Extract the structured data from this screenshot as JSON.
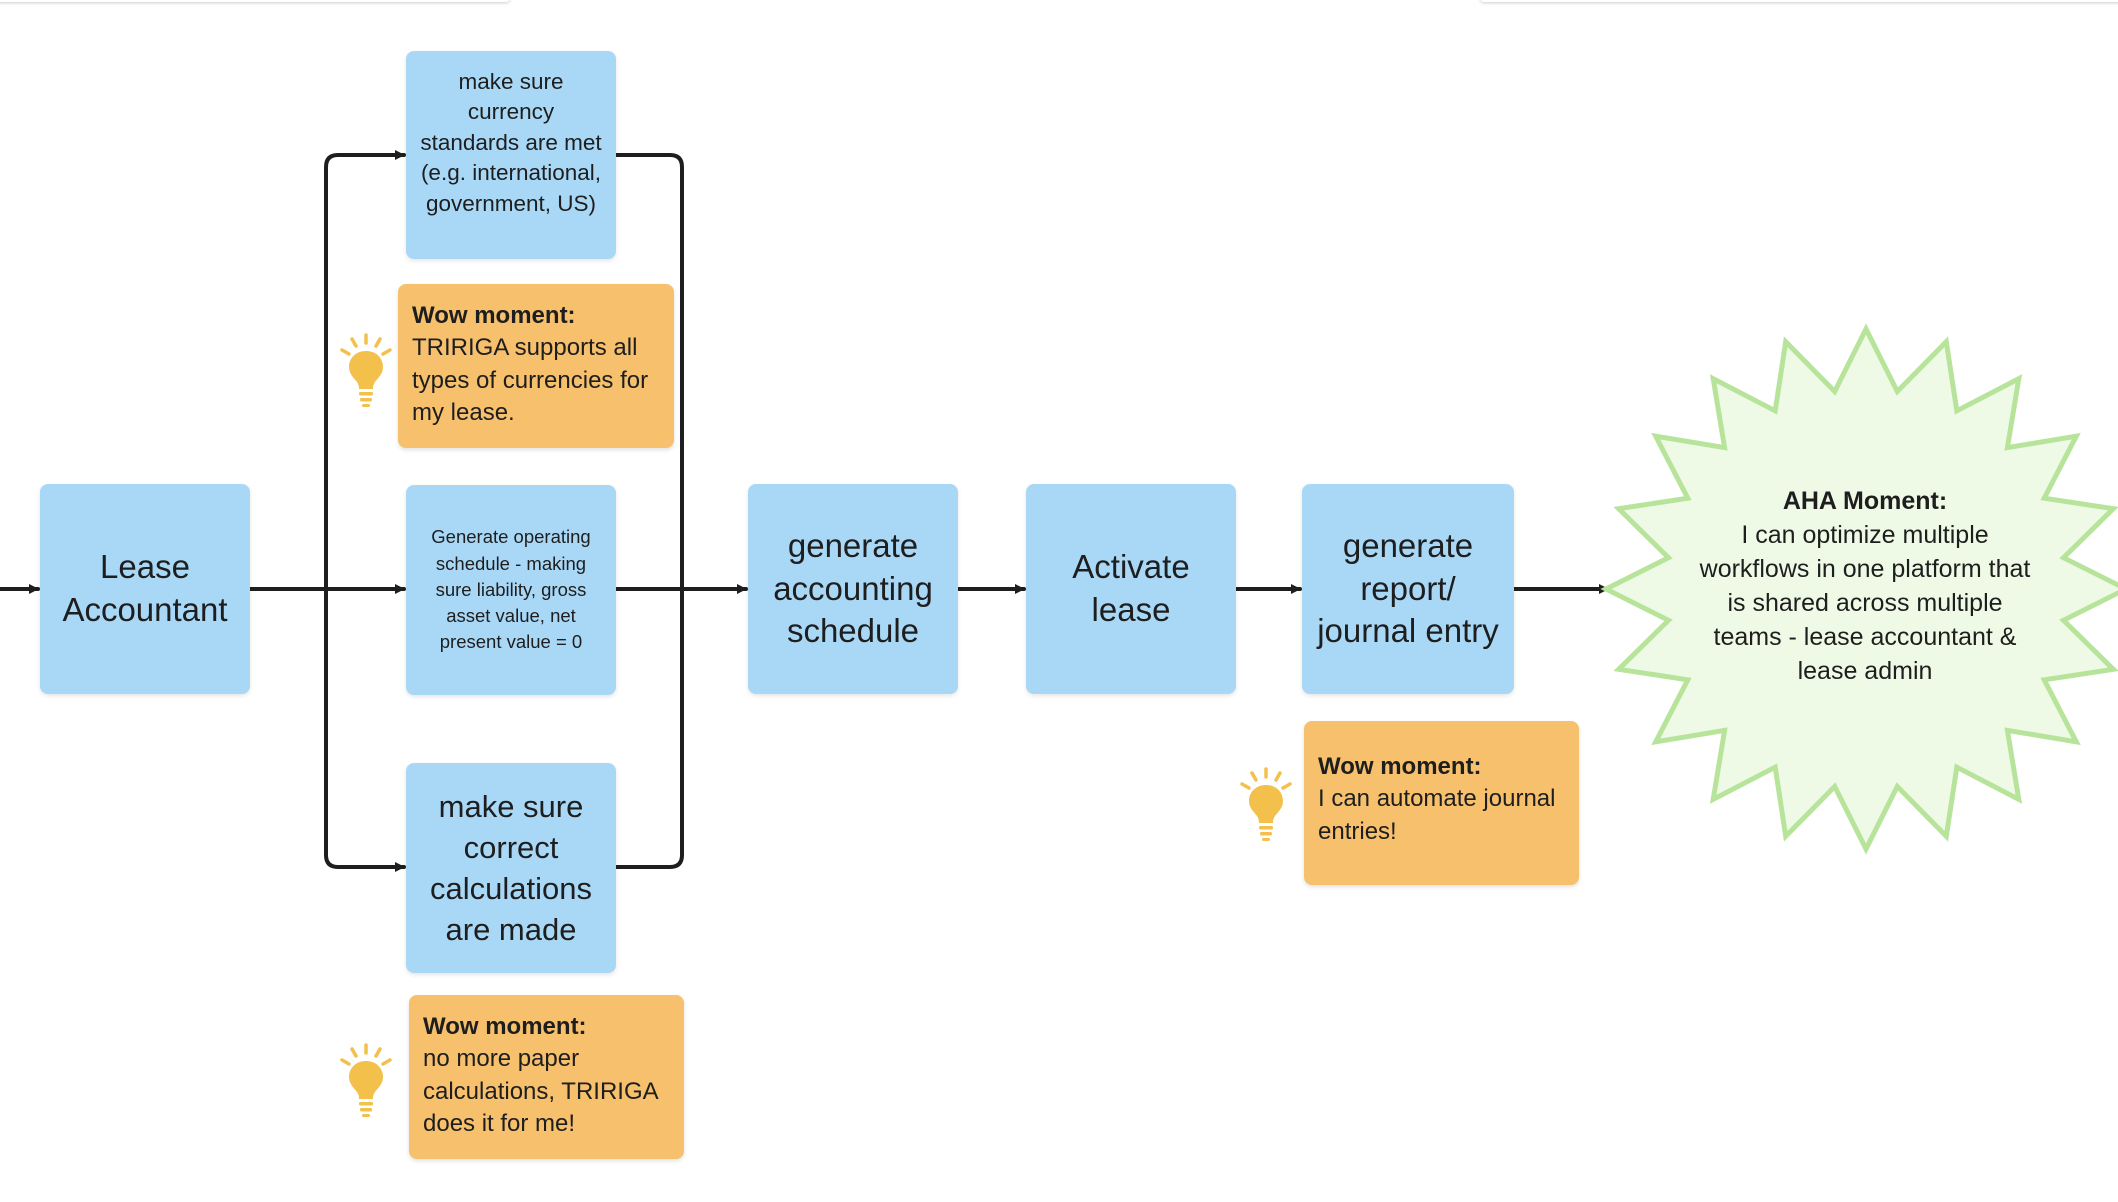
{
  "colors": {
    "box_blue": "#a9d8f7",
    "note_orange": "#f6c06d",
    "burst_fill": "#eefae6",
    "burst_stroke": "#b7e49a",
    "bulb": "#f3c04b",
    "connector": "#1e1e1e"
  },
  "nodes": {
    "lease_accountant": "Lease Accountant",
    "currency_standards": "make sure currency standards are met (e.g. international, government, US)",
    "operating_schedule": "Generate operating schedule - making sure liability, gross asset value, net present value = 0",
    "correct_calculations": "make sure correct calculations are made",
    "accounting_schedule": "generate accounting schedule",
    "activate_lease": "Activate lease",
    "report_journal": "generate report/ journal entry"
  },
  "wow_notes": [
    {
      "title": "Wow moment:",
      "body": "TRIRIGA supports all types of currencies for my lease."
    },
    {
      "title": "Wow moment:",
      "body": "no more paper calculations, TRIRIGA does it for me!"
    },
    {
      "title": "Wow moment:",
      "body": "I can automate journal entries!"
    }
  ],
  "aha": {
    "title": "AHA Moment:",
    "body": "I can optimize multiple workflows in one platform that is shared across multiple teams - lease accountant & lease admin"
  },
  "icons": [
    "lightbulb-icon",
    "arrow-head-icon"
  ]
}
